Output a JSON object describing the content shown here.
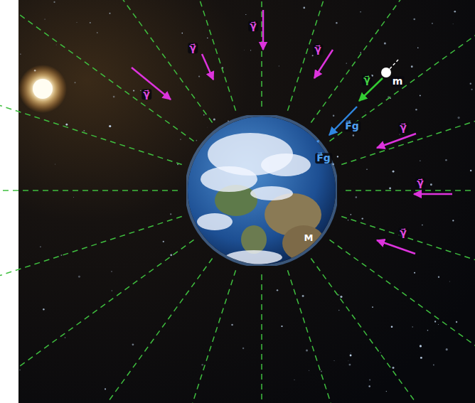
{
  "diagram": {
    "nodes": [
      {
        "text": [
          "M"
        ]
      }
    ],
    "labels": [
      "γ⃗",
      "γ⃗",
      "γ⃗",
      "γ⃗",
      "γ⃗",
      "γ⃗",
      "γ⃗",
      "γ⃗",
      "F⃗g",
      "F⃗g",
      "m"
    ]
  }
}
